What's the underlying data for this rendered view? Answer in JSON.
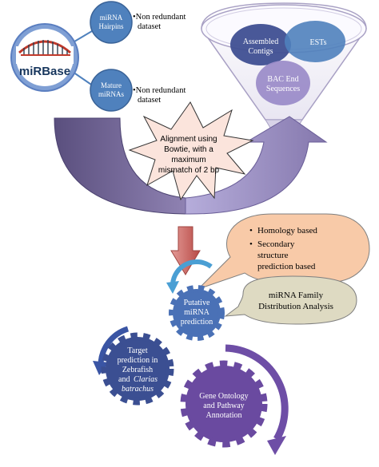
{
  "logo": {
    "text": "miRBase"
  },
  "inputs": {
    "hairpins": {
      "line1": "miRNA",
      "line2": "Hairpins"
    },
    "mature": {
      "line1": "Mature",
      "line2": "miRNAs"
    },
    "hairpins_note": {
      "line1": "•Non redundant",
      "line2": "dataset"
    },
    "mature_note": {
      "line1": "•Non redundant",
      "line2": "dataset"
    }
  },
  "funnel": {
    "contigs": {
      "line1": "Assembled",
      "line2": "Contigs"
    },
    "ests": "ESTs",
    "bac": {
      "line1": "BAC End",
      "line2": "Sequences"
    }
  },
  "alignment": {
    "line1": "Alignment using",
    "line2": "Bowtie, with a",
    "line3": "maximum",
    "line4": "mismatch of 2 bp"
  },
  "prediction_methods": {
    "item1": "Homology based",
    "item2a": "Secondary",
    "item2b": "structure",
    "item2c": "prediction based"
  },
  "family": {
    "line1": "miRNA Family",
    "line2": "Distribution Analysis"
  },
  "gears": {
    "putative": {
      "line1": "Putative",
      "line2": "miRNA",
      "line3": "prediction"
    },
    "target": {
      "line1": "Target",
      "line2": "prediction in",
      "line3": "Zebrafish",
      "line4": "and",
      "line4b": "Clarias",
      "line5": "batrachus"
    },
    "go": {
      "line1": "Gene Ontology",
      "line2": "and Pathway",
      "line3": "Annotation"
    }
  },
  "colors": {
    "blue_circle": "#4f81bd",
    "gear_blue": "#4a71b6",
    "gear_navy": "#3b4f92",
    "gear_purple": "#6a4aa0",
    "peach": "#f8caa8",
    "tan": "#dedac2",
    "arrow_purple": "#8472a8",
    "arrow_dark": "#5e5484",
    "down_arrow": "#c0504d"
  }
}
